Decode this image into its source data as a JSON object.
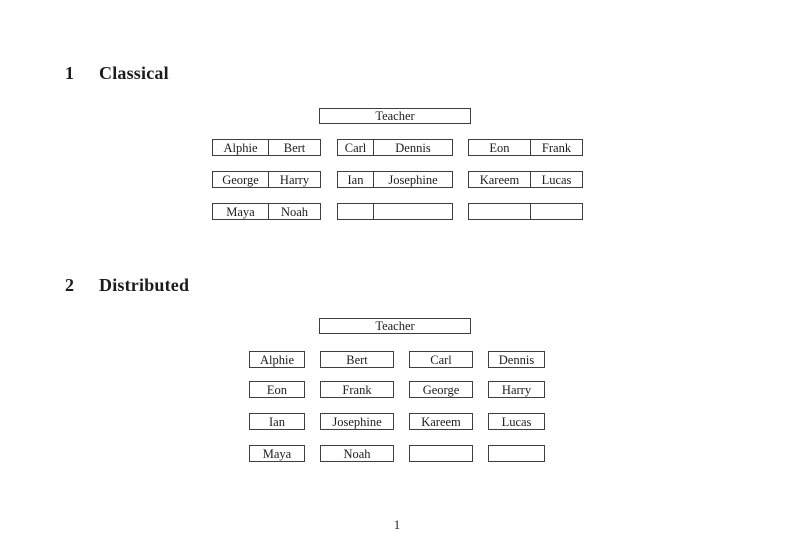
{
  "page": {
    "number": "1"
  },
  "colors": {
    "background": "#ffffff",
    "ink": "#1c1c1c",
    "border": "#3f3f3f"
  },
  "sections": [
    {
      "number": "1",
      "title": "Classical",
      "teacher_label": "Teacher",
      "rows": [
        [
          [
            "Alphie",
            "Bert"
          ],
          [
            "Carl",
            "Dennis"
          ],
          [
            "Eon",
            "Frank"
          ]
        ],
        [
          [
            "George",
            "Harry"
          ],
          [
            "Ian",
            "Josephine"
          ],
          [
            "Kareem",
            "Lucas"
          ]
        ],
        [
          [
            "Maya",
            "Noah"
          ],
          [
            "",
            ""
          ],
          [
            "",
            ""
          ]
        ]
      ]
    },
    {
      "number": "2",
      "title": "Distributed",
      "teacher_label": "Teacher",
      "rows": [
        [
          "Alphie",
          "Bert",
          "Carl",
          "Dennis"
        ],
        [
          "Eon",
          "Frank",
          "George",
          "Harry"
        ],
        [
          "Ian",
          "Josephine",
          "Kareem",
          "Lucas"
        ],
        [
          "Maya",
          "Noah",
          "",
          ""
        ]
      ]
    }
  ]
}
